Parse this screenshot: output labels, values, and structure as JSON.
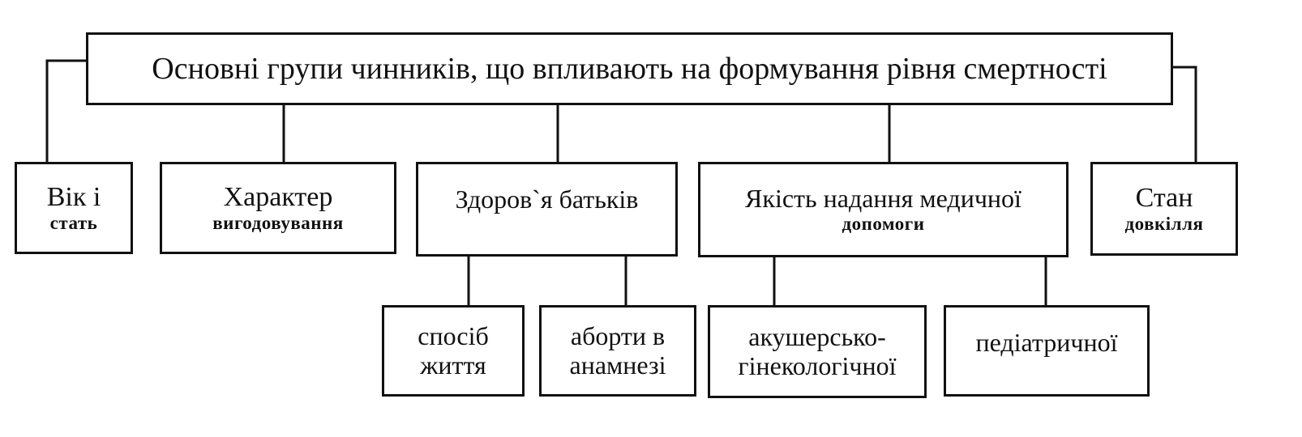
{
  "root": {
    "label": "Основні групи чинників, що впливають на формування рівня смертності"
  },
  "factors": [
    {
      "line1": "Вік і",
      "line2": "стать"
    },
    {
      "line1": "Характер",
      "line2": "вигодовування"
    },
    {
      "line1": "Здоров`я батьків"
    },
    {
      "line1": "Якість надання медичної",
      "line2": "допомоги"
    },
    {
      "line1": "Стан",
      "line2": "довкілля"
    }
  ],
  "parents_health": [
    {
      "line1": "спосіб",
      "line2": "життя"
    },
    {
      "line1": "аборти в",
      "line2": "анамнезі"
    }
  ],
  "medical_care": [
    {
      "line1": "акушерсько-",
      "line2": "гінекологічної"
    },
    {
      "line1": "педіатричної"
    }
  ]
}
